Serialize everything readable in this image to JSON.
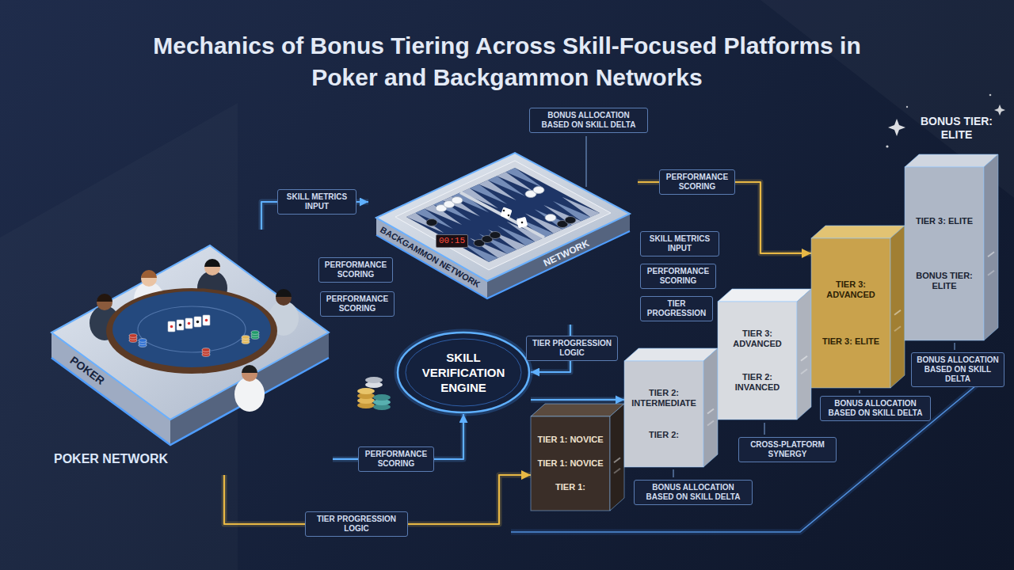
{
  "diagram": {
    "title": "Mechanics of Bonus Tiering Across Skill-Focused Platforms in Poker and Backgammon Networks",
    "nodes": [
      {
        "text": [
          "POKER",
          "POKER NETWORK"
        ]
      },
      {
        "text": [
          "BACKGAMMON NETWORK",
          "NETWORK"
        ]
      },
      {
        "text": [
          "SKILL VERIFICATION ENGINE"
        ]
      },
      {
        "text": [
          "TIER 1: NOVICE",
          "TIER 1: NOVICE",
          "TIER 1:"
        ]
      },
      {
        "text": [
          "TIER 2: INTERMEDIATE",
          "TIER 2:"
        ]
      },
      {
        "text": [
          "TIER 3: ADVANCED",
          "TIER 2: INVANCED"
        ]
      },
      {
        "text": [
          "TIER 3: ADVANCED",
          "TIER 3: ELITE"
        ]
      },
      {
        "text": [
          "TIER 3: ELITE",
          "BONUS TIER: ELITE"
        ]
      }
    ],
    "edges": [
      {
        "from": 0,
        "to": 1,
        "label": "SKILL METRICS INPUT",
        "arrow": "to"
      },
      {
        "from": 1,
        "to": 6,
        "label": "PERFORMANCE SCORING",
        "arrow": "to"
      },
      {
        "from": 0,
        "to": 3,
        "label": "TIER PROGRESSION LOGIC",
        "arrow": "to"
      },
      {
        "from": 0,
        "to": 2,
        "label": "PERFORMANCE SCORING",
        "arrow": "to"
      },
      {
        "from": 1,
        "to": 2,
        "label": "TIER PROGRESSION LOGIC",
        "arrow": "to"
      },
      {
        "from": 2,
        "to": 4,
        "arrow": "to"
      }
    ],
    "labels": [
      "BONUS ALLOCATION BASED ON SKILL DELTA",
      "00:15",
      "PERFORMANCE SCORING",
      "PERFORMANCE SCORING",
      "SKILL METRICS INPUT",
      "PERFORMANCE SCORING",
      "TIER PROGRESSION",
      "BONUS TIER: ELITE",
      "BONUS ALLOCATION BASED ON SKILL DELTA",
      "BONUS ALLOCATION BASED ON SKILL DELTA",
      "CROSS-PLATFORM SYNERGY",
      "BONUS ALLOCATION BASED ON SKILL DELTA"
    ]
  }
}
